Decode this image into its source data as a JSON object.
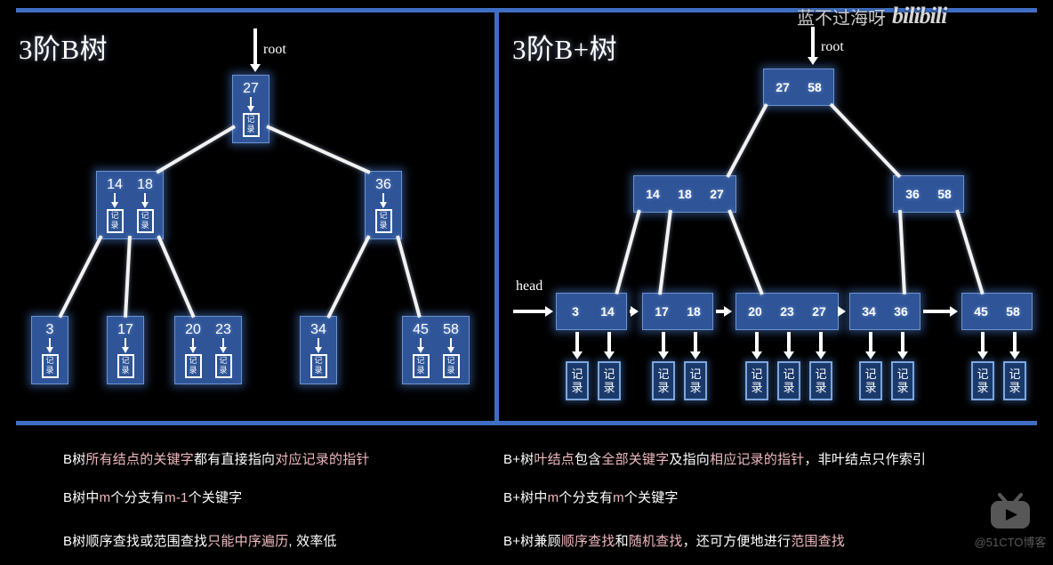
{
  "colors": {
    "background": "#000000",
    "rule": "#3f6fc4",
    "node_fill": "#2f5598",
    "node_border": "#6d93cf",
    "text_white": "#ffffff",
    "text_pink": "#f0b9bd"
  },
  "watermarks": {
    "top_text": "蓝不过海呀",
    "top_brand": "bilibili",
    "bottom_text": "@51CTO博客",
    "bottom_icon": "bilibili-tv-icon"
  },
  "left_panel": {
    "title": "3阶B树",
    "root_label": "root",
    "record_label": "记录",
    "tree": {
      "type": "B-tree",
      "order": 3,
      "levels": [
        [
          {
            "keys": [
              "27"
            ]
          }
        ],
        [
          {
            "keys": [
              "14",
              "18"
            ]
          },
          {
            "keys": [
              "36"
            ]
          }
        ],
        [
          {
            "keys": [
              "3"
            ]
          },
          {
            "keys": [
              "17"
            ]
          },
          {
            "keys": [
              "20",
              "23"
            ]
          },
          {
            "keys": [
              "34"
            ]
          },
          {
            "keys": [
              "45",
              "58"
            ]
          }
        ]
      ]
    },
    "bullets": [
      [
        {
          "t": "B树",
          "c": "w"
        },
        {
          "t": "所有结点的关键字",
          "c": "p"
        },
        {
          "t": "都有直接指向",
          "c": "w"
        },
        {
          "t": "对应记录的指针",
          "c": "p"
        }
      ],
      [
        {
          "t": "B树中",
          "c": "w"
        },
        {
          "t": "m",
          "c": "p"
        },
        {
          "t": "个分支有",
          "c": "w"
        },
        {
          "t": "m-1",
          "c": "p"
        },
        {
          "t": "个关键字",
          "c": "w"
        }
      ],
      [
        {
          "t": "B树顺序查找或范围查找",
          "c": "w"
        },
        {
          "t": "只能中序遍历",
          "c": "p"
        },
        {
          "t": ", 效率低",
          "c": "w"
        }
      ]
    ]
  },
  "right_panel": {
    "title": "3阶B+树",
    "root_label": "root",
    "head_label": "head",
    "record_label": "记录",
    "tree": {
      "type": "B+tree",
      "order": 3,
      "levels": [
        [
          {
            "keys": [
              "27",
              "58"
            ]
          }
        ],
        [
          {
            "keys": [
              "14",
              "18",
              "27"
            ]
          },
          {
            "keys": [
              "36",
              "58"
            ]
          }
        ],
        [
          {
            "keys": [
              "3",
              "14"
            ]
          },
          {
            "keys": [
              "17",
              "18"
            ]
          },
          {
            "keys": [
              "20",
              "23",
              "27"
            ]
          },
          {
            "keys": [
              "34",
              "36"
            ]
          },
          {
            "keys": [
              "45",
              "58"
            ]
          }
        ]
      ],
      "leaf_linked": true
    },
    "bullets": [
      [
        {
          "t": "B+树",
          "c": "w"
        },
        {
          "t": "叶结点",
          "c": "p"
        },
        {
          "t": "包含",
          "c": "w"
        },
        {
          "t": "全部关键字",
          "c": "p"
        },
        {
          "t": "及指向",
          "c": "w"
        },
        {
          "t": "相应记录的指针",
          "c": "p"
        },
        {
          "t": "，非叶结点只作索引",
          "c": "w"
        }
      ],
      [
        {
          "t": "B+树中",
          "c": "w"
        },
        {
          "t": "m",
          "c": "p"
        },
        {
          "t": "个分支有",
          "c": "w"
        },
        {
          "t": "m",
          "c": "p"
        },
        {
          "t": "个关键字",
          "c": "w"
        }
      ],
      [
        {
          "t": "B+树兼顾",
          "c": "w"
        },
        {
          "t": "顺序查找",
          "c": "p"
        },
        {
          "t": "和",
          "c": "w"
        },
        {
          "t": "随机查找",
          "c": "p"
        },
        {
          "t": "，还可方便地进行",
          "c": "w"
        },
        {
          "t": "范围查找",
          "c": "p"
        }
      ]
    ]
  }
}
